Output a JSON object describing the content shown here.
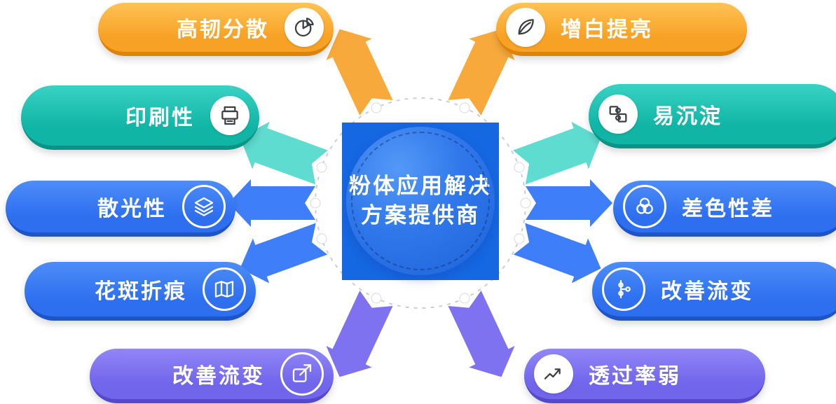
{
  "center": {
    "line1": "粉体应用解决",
    "line2": "方案提供商",
    "bg_square_color": "#1667e2",
    "circle_color": "#2f77ea"
  },
  "left_items": [
    {
      "label": "高韧分散",
      "icon": "pie-chart-icon",
      "color": "orange",
      "icon_style": "solid"
    },
    {
      "label": "印刷性",
      "icon": "printer-icon",
      "color": "teal",
      "icon_style": "solid"
    },
    {
      "label": "散光性",
      "icon": "layers-icon",
      "color": "blue",
      "icon_style": "ring"
    },
    {
      "label": "花斑折痕",
      "icon": "map-icon",
      "color": "blue",
      "icon_style": "ring"
    },
    {
      "label": "改善流变",
      "icon": "compose-arrow-icon",
      "color": "purple",
      "icon_style": "ring"
    }
  ],
  "right_items": [
    {
      "label": "增白提亮",
      "icon": "leaf-icon",
      "color": "orange",
      "icon_style": "solid"
    },
    {
      "label": "易沉淀",
      "icon": "puzzle-icon",
      "color": "teal",
      "icon_style": "solid"
    },
    {
      "label": "差色性差",
      "icon": "color-circles-icon",
      "color": "blue",
      "icon_style": "ring"
    },
    {
      "label": "改善流变",
      "icon": "commit-dots-icon",
      "color": "blue",
      "icon_style": "ring"
    },
    {
      "label": "透过率弱",
      "icon": "trend-line-icon",
      "color": "purple",
      "icon_style": "solid"
    }
  ],
  "colors": {
    "orange_pill": "#f7a125",
    "teal_pill": "#10b5a5",
    "blue_pill": "#2e6ff0",
    "purple_pill": "#7165ec",
    "orange_arrow": "#f8a93b",
    "teal_arrow": "#5fdcd0",
    "blue_arrow": "#3e7ef8",
    "purple_arrow": "#7e72f1",
    "dashed_ring": "#c9ced6"
  }
}
